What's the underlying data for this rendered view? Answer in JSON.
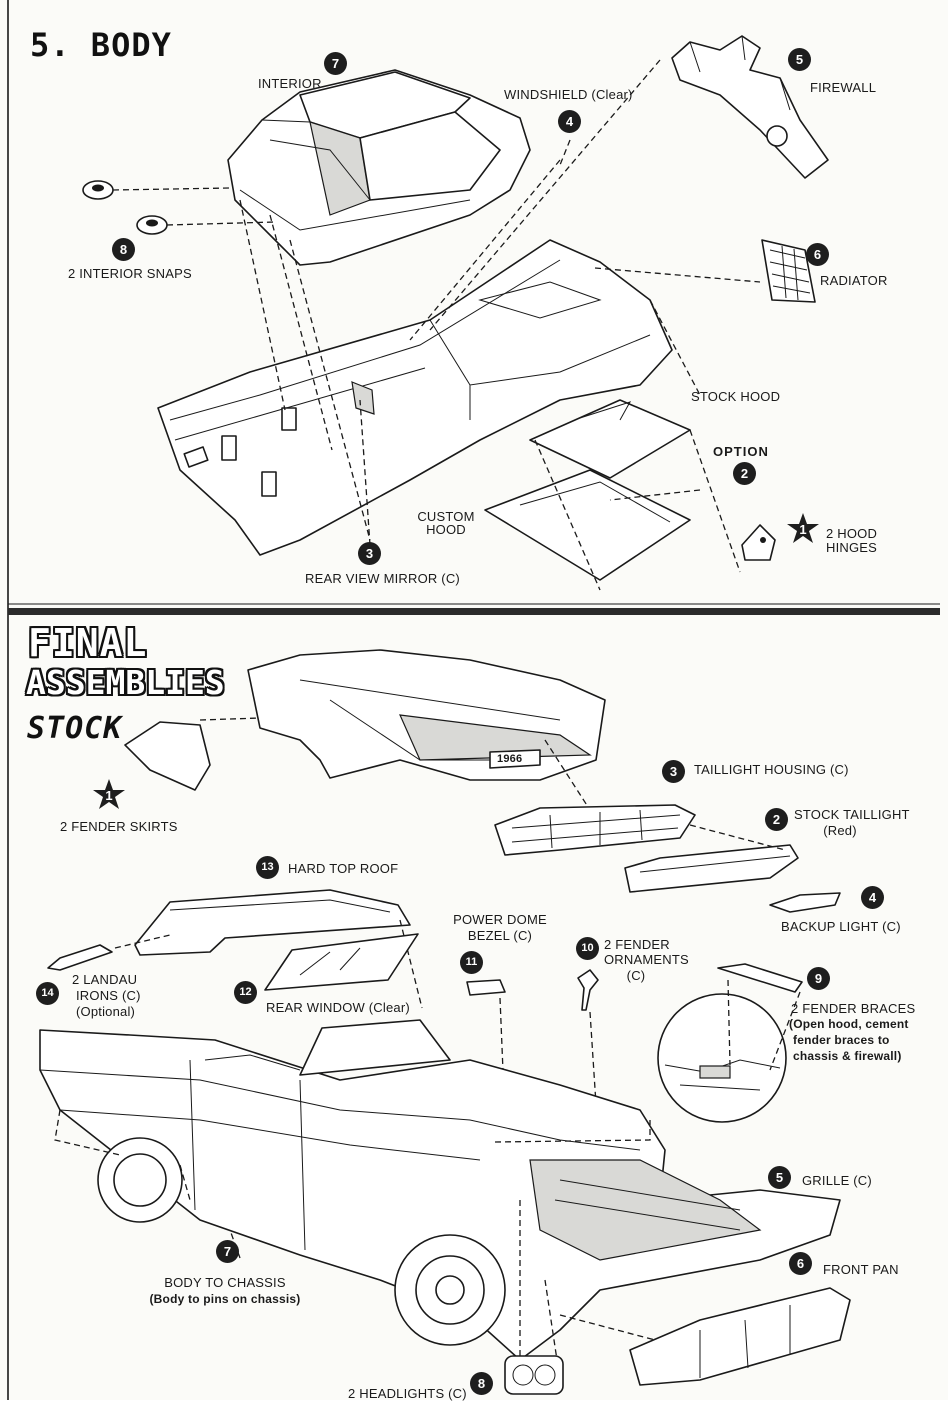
{
  "section_body": {
    "title": "5. BODY",
    "labels": {
      "interior": "INTERIOR",
      "windshield": "WINDSHIELD (Clear)",
      "firewall": "FIREWALL",
      "interior_snaps": "2 INTERIOR SNAPS",
      "radiator": "RADIATOR",
      "stock_hood": "STOCK HOOD",
      "option": "OPTION",
      "custom_hood_1": "CUSTOM",
      "custom_hood_2": "HOOD",
      "hood_hinges_1": "2 HOOD",
      "hood_hinges_2": "HINGES",
      "rear_view_mirror": "REAR VIEW MIRROR (C)"
    },
    "badges": {
      "interior": "7",
      "windshield": "4",
      "firewall": "5",
      "interior_snaps": "8",
      "radiator": "6",
      "option": "2",
      "hood_hinges": "1",
      "rear_view_mirror": "3"
    }
  },
  "section_final": {
    "title_1": "FINAL",
    "title_2": "ASSEMBLIES",
    "title_3": "STOCK",
    "plate_text": "1966",
    "labels": {
      "fender_skirts": "2 FENDER SKIRTS",
      "taillight_housing": "TAILLIGHT HOUSING (C)",
      "stock_taillight_1": "STOCK TAILLIGHT",
      "stock_taillight_2": "(Red)",
      "backup_light": "BACKUP LIGHT (C)",
      "hard_top_roof": "HARD TOP ROOF",
      "power_dome_1": "POWER DOME",
      "power_dome_2": "BEZEL (C)",
      "fender_ornaments_1": "2 FENDER",
      "fender_ornaments_2": "ORNAMENTS",
      "fender_ornaments_3": "(C)",
      "fender_braces_1": "2 FENDER BRACES",
      "fender_braces_2": "(Open hood, cement",
      "fender_braces_3": "fender braces to",
      "fender_braces_4": "chassis & firewall)",
      "landau_1": "2 LANDAU",
      "landau_2": "IRONS (C)",
      "landau_3": "(Optional)",
      "rear_window": "REAR WINDOW (Clear)",
      "grille": "GRILLE (C)",
      "front_pan": "FRONT PAN",
      "body_to_chassis_1": "BODY TO CHASSIS",
      "body_to_chassis_2": "(Body to pins on chassis)",
      "headlights": "2 HEADLIGHTS (C)"
    },
    "badges": {
      "fender_skirts": "1",
      "taillight_housing": "3",
      "stock_taillight": "2",
      "backup_light": "4",
      "hard_top_roof": "13",
      "power_dome": "11",
      "fender_ornaments": "10",
      "fender_braces": "9",
      "landau": "14",
      "rear_window": "12",
      "grille": "5",
      "front_pan": "6",
      "body_to_chassis": "7",
      "headlights": "8"
    }
  }
}
